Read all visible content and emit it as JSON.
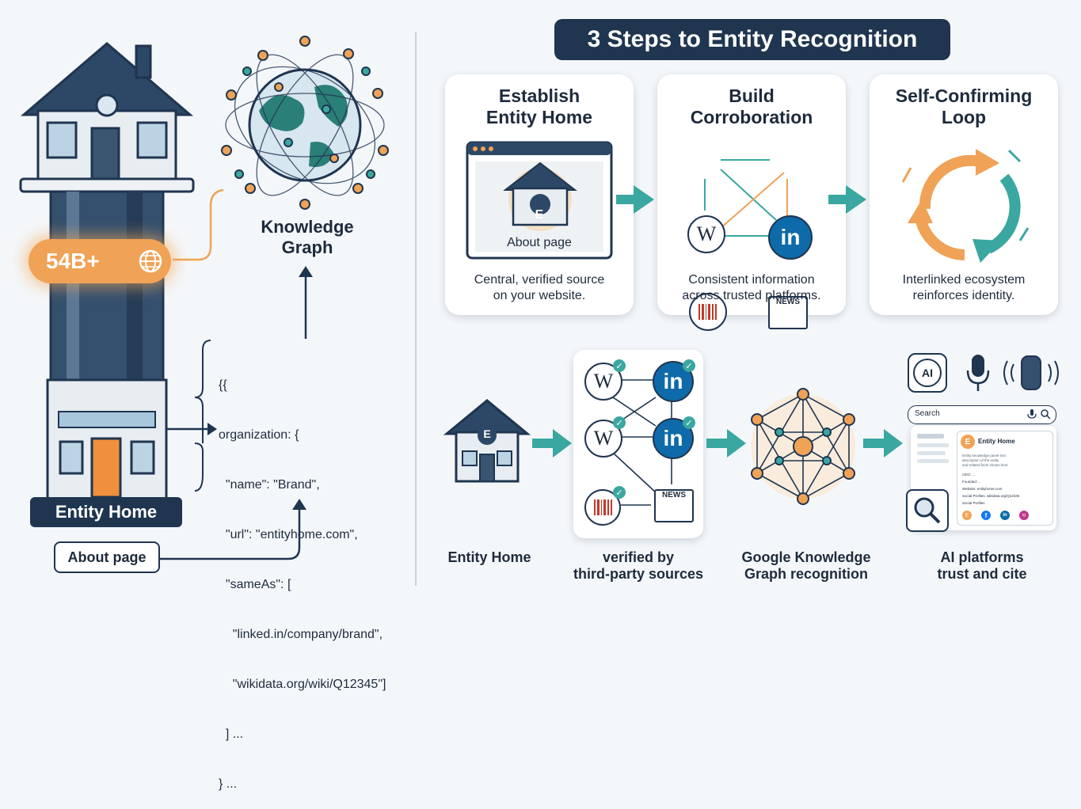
{
  "header": {
    "title": "3 Steps to Entity Recognition"
  },
  "left": {
    "badge": "54B+",
    "knowledge_graph_label": "Knowledge\nGraph",
    "entity_home_label": "Entity Home",
    "about_page_label": "About page",
    "code_lines": [
      "{{",
      "organization: {",
      "  \"name\": \"Brand\",",
      "  \"url\": \"entityhome.com\",",
      "  \"sameAs\": [",
      "    \"linked.in/company/brand\",",
      "    \"wikidata.org/wiki/Q12345\"]",
      "  ] ...",
      "} ..."
    ]
  },
  "steps": [
    {
      "title": "Establish\nEntity Home",
      "inner_label": "About page",
      "inner_letter": "E",
      "desc": "Central, verified source\non your website."
    },
    {
      "title": "Build\nCorroboration",
      "wiki": "W",
      "linkedin": "in",
      "news": "NEWS",
      "desc": "Consistent information\nacross trusted platforms."
    },
    {
      "title": "Self-Confirming\nLoop",
      "desc": "Interlinked ecosystem\nreinforces identity."
    }
  ],
  "flow": {
    "house_letter": "E",
    "wiki": "W",
    "linkedin": "in",
    "news": "NEWS",
    "labels": [
      "Entity Home",
      "verified by\nthird-party sources",
      "Google Knowledge\nGraph recognition",
      "AI platforms\ntrust and cite"
    ],
    "ai_icon": "AI",
    "search_placeholder": "Search",
    "panel": {
      "letter": "E",
      "title": "Entity Home",
      "lines": [
        "Entity knowledge panel text",
        "description of the entity",
        "and related facts shown here"
      ],
      "fields": [
        "CEO: ...",
        "Founded: ...",
        "Website: entityhome.com",
        "Social Profiles: wikidata.org/Q12345",
        "Social Profiles"
      ],
      "social_icons": [
        "E",
        "f",
        "in",
        "ig"
      ]
    }
  },
  "colors": {
    "navy": "#1f3550",
    "orange": "#f0a256",
    "teal": "#3aa7a0",
    "linkedin": "#0e6aa8"
  }
}
